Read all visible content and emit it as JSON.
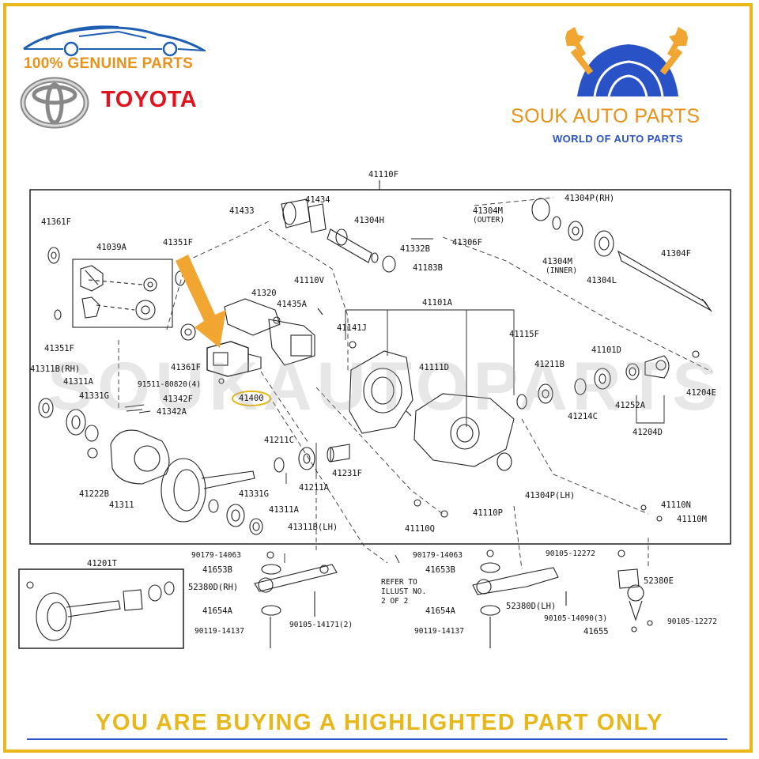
{
  "header": {
    "genuine_text": "100% GENUINE PARTS",
    "brand_name": "TOYOTA",
    "shop_name": "SOUK AUTO PARTS",
    "shop_tagline": "WORLD OF AUTO PARTS"
  },
  "watermark": "SOUKAUTOPARTS",
  "banner": "YOU ARE BUYING A HIGHLIGHTED PART ONLY",
  "highlighted_part": "41400",
  "colors": {
    "frame": "#e8b71a",
    "genuine": "#e8921a",
    "toyota_red": "#e0141e",
    "shop_orange": "#e8921a",
    "shop_blue": "#2a52c7",
    "arrow": "#f0a631"
  },
  "labels": {
    "l41110F": "41110F",
    "l41361F_a": "41361F",
    "l41039A": "41039A",
    "l41351F_a": "41351F",
    "l41433": "41433",
    "l41434": "41434",
    "l41304H": "41304H",
    "l41332B": "41332B",
    "l41306F": "41306F",
    "l41183B": "41183B",
    "l41304M_outer": "41304M",
    "outer": "(OUTER)",
    "l41304P_rh": "41304P(RH)",
    "l41304M_inner": "41304M",
    "inner": "(INNER)",
    "l41304L": "41304L",
    "l41304F": "41304F",
    "l41110V": "41110V",
    "l41320": "41320",
    "l41435A": "41435A",
    "l41101A": "41101A",
    "l41141J": "41141J",
    "l41115F": "41115F",
    "l41101D": "41101D",
    "l41351F_b": "41351F",
    "l41361F_b": "41361F",
    "l41311B_rh": "41311B(RH)",
    "l41311A_a": "41311A",
    "l41331G_a": "41331G",
    "l91511": "91511-80820(4)",
    "l41342F": "41342F",
    "l41342A": "41342A",
    "l41400": "41400",
    "l41111D": "41111D",
    "l41211B": "41211B",
    "l41214C": "41214C",
    "l41252A": "41252A",
    "l41204E": "41204E",
    "l41204D": "41204D",
    "l41211C": "41211C",
    "l41211A": "41211A",
    "l41231F": "41231F",
    "l41222B": "41222B",
    "l41311": "41311",
    "l41331G_b": "41331G",
    "l41311A_b": "41311A",
    "l41311B_lh": "41311B(LH)",
    "l41304P_lh": "41304P(LH)",
    "l41110Q": "41110Q",
    "l41110P": "41110P",
    "l41110N": "41110N",
    "l41110M": "41110M",
    "l41201T": "41201T",
    "l90179_a": "90179-14063",
    "l41653B_a": "41653B",
    "l52380D_rh": "52380D(RH)",
    "l41654A_a": "41654A",
    "l90119_a": "90119-14137",
    "l90105_14171": "90105-14171(2)",
    "refer1": "REFER TO",
    "refer2": "ILLUST NO.",
    "refer3": "2 OF 2",
    "l90179_b": "90179-14063",
    "l41653B_b": "41653B",
    "l52380D_lh": "52380D(LH)",
    "l41654A_b": "41654A",
    "l90119_b": "90119-14137",
    "l90105_12272_a": "90105-12272",
    "l52380E": "52380E",
    "l90105_14090": "90105-14090(3)",
    "l41655": "41655",
    "l90105_12272_b": "90105-12272"
  }
}
